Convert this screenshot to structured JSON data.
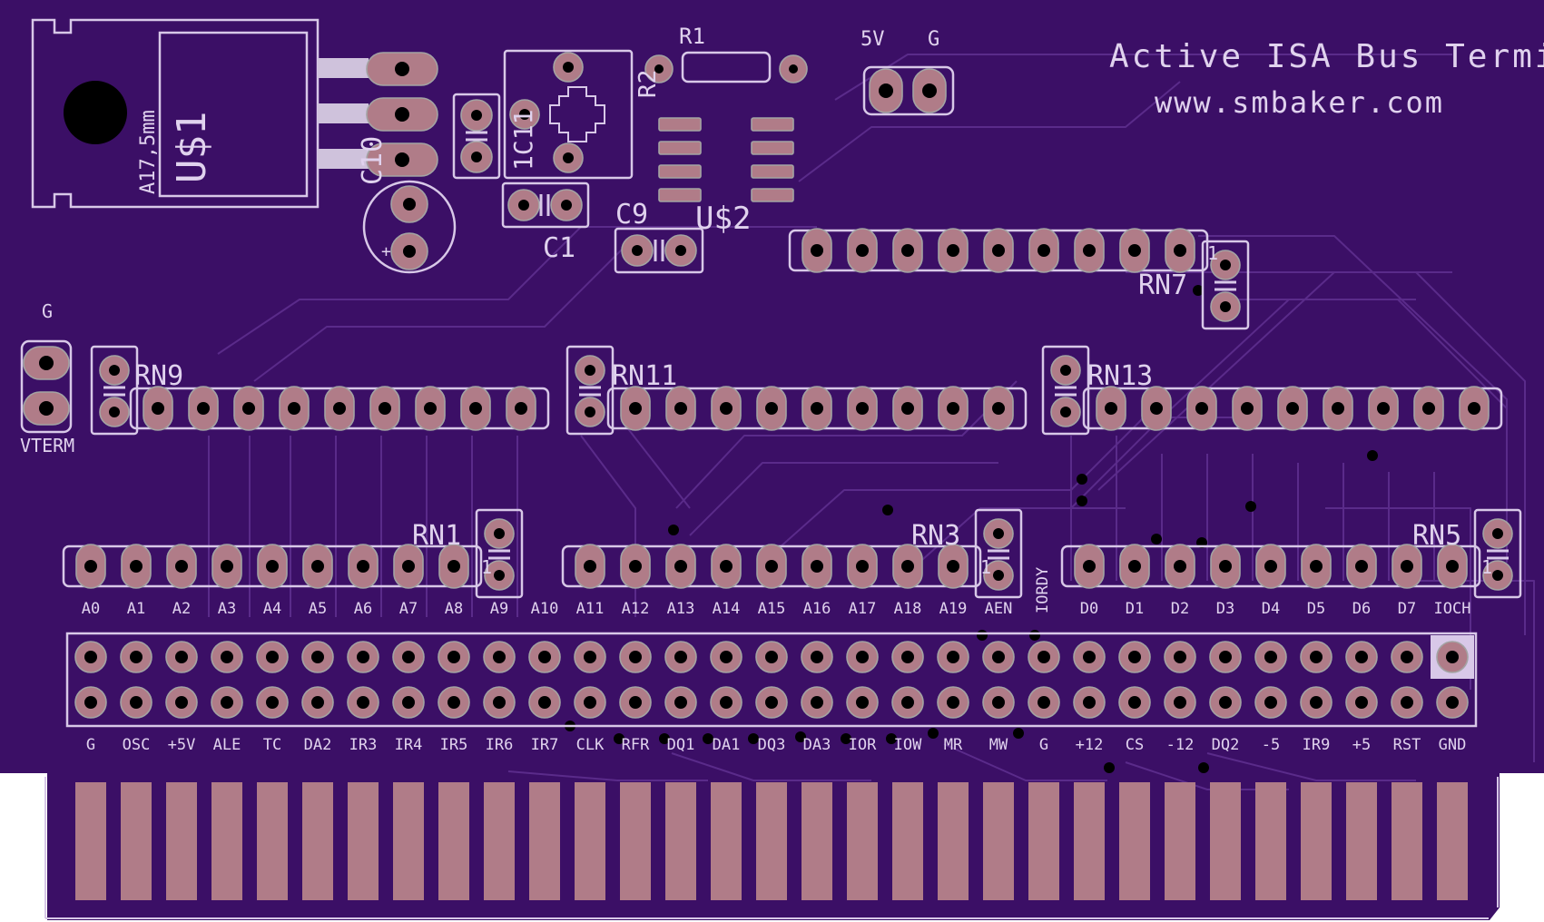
{
  "board": {
    "title": "Active ISA Bus Terminat",
    "url": "www.smbaker.com",
    "colors": {
      "board": "#3b0f66",
      "copper": "#b07c88",
      "silk": "#d8c8e8",
      "trace": "#5a2b8a"
    }
  },
  "parts": {
    "u1": "U$1",
    "u1_pkg": "A17,5mm",
    "u2": "U$2",
    "r1": "R1",
    "r2": "R2",
    "c1": "C1",
    "c9": "C9",
    "c10": "C10",
    "c11": "1C11",
    "rn1": "RN1",
    "rn3": "RN3",
    "rn5": "RN5",
    "rn7": "RN7",
    "rn9": "RN9",
    "rn11": "RN11",
    "rn13": "RN13",
    "hdr_5v": "5V",
    "hdr_g": "G",
    "vterm_g": "G",
    "vterm": "VTERM",
    "plus": "+",
    "one": "1"
  },
  "labels_top_row": [
    "A0",
    "A1",
    "A2",
    "A3",
    "A4",
    "A5",
    "A6",
    "A7",
    "A8",
    "A9",
    "A10",
    "A11",
    "A12",
    "A13",
    "A14",
    "A15",
    "A16",
    "A17",
    "A18",
    "A19",
    "AEN",
    "IORDY",
    "D0",
    "D1",
    "D2",
    "D3",
    "D4",
    "D5",
    "D6",
    "D7",
    "IOCH"
  ],
  "labels_bottom_row": [
    "G",
    "OSC",
    "+5V",
    "ALE",
    "TC",
    "DA2",
    "IR3",
    "IR4",
    "IR5",
    "IR6",
    "IR7",
    "CLK",
    "RFR",
    "DQ1",
    "DA1",
    "DQ3",
    "DA3",
    "IOR",
    "IOW",
    "MR",
    "MW",
    "G",
    "+12",
    "CS",
    "-12",
    "DQ2",
    "-5",
    "IR9",
    "+5",
    "RST",
    "GND"
  ]
}
